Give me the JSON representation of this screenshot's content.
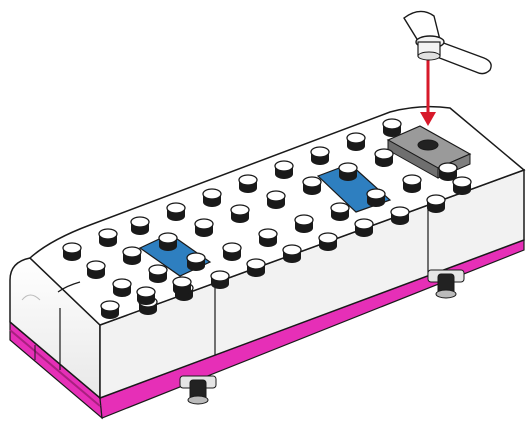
{
  "scene": {
    "colors": {
      "background": "#ffffff",
      "brick_white": "#ffffff",
      "outline": "#1a1a1a",
      "magenta_base": "#e62fb7",
      "magenta_dark": "#a8207f",
      "blue_tile": "#2e7fc0",
      "grey_plate": "#8f8f8f",
      "arrow_red": "#d7192a",
      "shadow": "#d9d9d9"
    },
    "pieces": [
      {
        "name": "white-base-plate",
        "color": "white"
      },
      {
        "name": "magenta-bottom-strip",
        "color": "magenta"
      },
      {
        "name": "blue-plate-left",
        "color": "blue"
      },
      {
        "name": "blue-plate-right",
        "color": "blue"
      },
      {
        "name": "grey-plate-with-hole",
        "color": "grey"
      },
      {
        "name": "white-propeller-piece",
        "color": "white"
      },
      {
        "name": "black-clip-left",
        "color": "black"
      },
      {
        "name": "black-clip-right",
        "color": "black"
      }
    ],
    "arrow": {
      "direction": "down",
      "icon": "arrow-down-icon"
    }
  }
}
